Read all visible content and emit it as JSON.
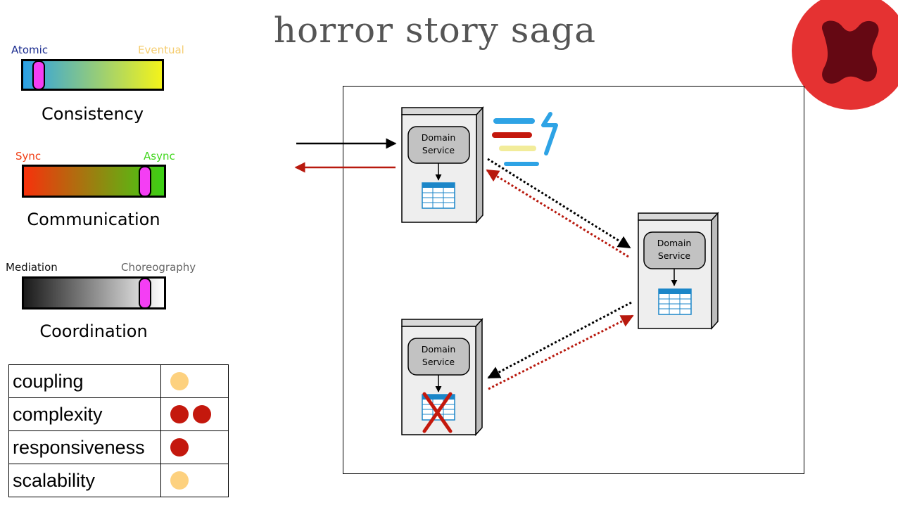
{
  "slide": {
    "title": "horror story saga"
  },
  "scales": [
    {
      "id": "consistency",
      "left_label": "Atomic",
      "right_label": "Eventual",
      "title": "Consistency",
      "left_color": "#1a2b8f",
      "right_color": "#f5cd70",
      "gradient": [
        "#2aa0e6",
        "#f4f31a"
      ],
      "position": 0.07
    },
    {
      "id": "communication",
      "left_label": "Sync",
      "right_label": "Async",
      "title": "Communication",
      "left_color": "#f03a10",
      "right_color": "#3ed61a",
      "gradient": [
        "#f7310c",
        "#3bd114"
      ],
      "position": 0.9
    },
    {
      "id": "coordination",
      "left_label": "Mediation",
      "right_label": "Choreography",
      "title": "Coordination",
      "left_color": "#111111",
      "right_color": "#666666",
      "gradient": [
        "#1a1a1a",
        "#ffffff"
      ],
      "position": 0.9
    }
  ],
  "metrics": [
    {
      "name": "coupling",
      "dots": [
        "#fdd17f"
      ]
    },
    {
      "name": "complexity",
      "dots": [
        "#c4180d",
        "#c4180d"
      ]
    },
    {
      "name": "responsiveness",
      "dots": [
        "#c4180d"
      ]
    },
    {
      "name": "scalability",
      "dots": [
        "#fdd17f"
      ]
    }
  ],
  "diagram": {
    "service_label_line1": "Domain",
    "service_label_line2": "Service",
    "colors": {
      "request_arrow": "#000000",
      "response_arrow": "#b8190e",
      "box": "#eeeeee",
      "inner": "#c2c2c2",
      "db": "#1b86c8",
      "fail_x": "#c4180d"
    },
    "stack_icon_colors": [
      "#2ea3e5",
      "#c4180d",
      "#f2ec9a",
      "#2ea3e5"
    ]
  },
  "badge": {
    "icon": "failure-x-icon",
    "circle_color": "#e53232",
    "mark_color": "#650813"
  }
}
